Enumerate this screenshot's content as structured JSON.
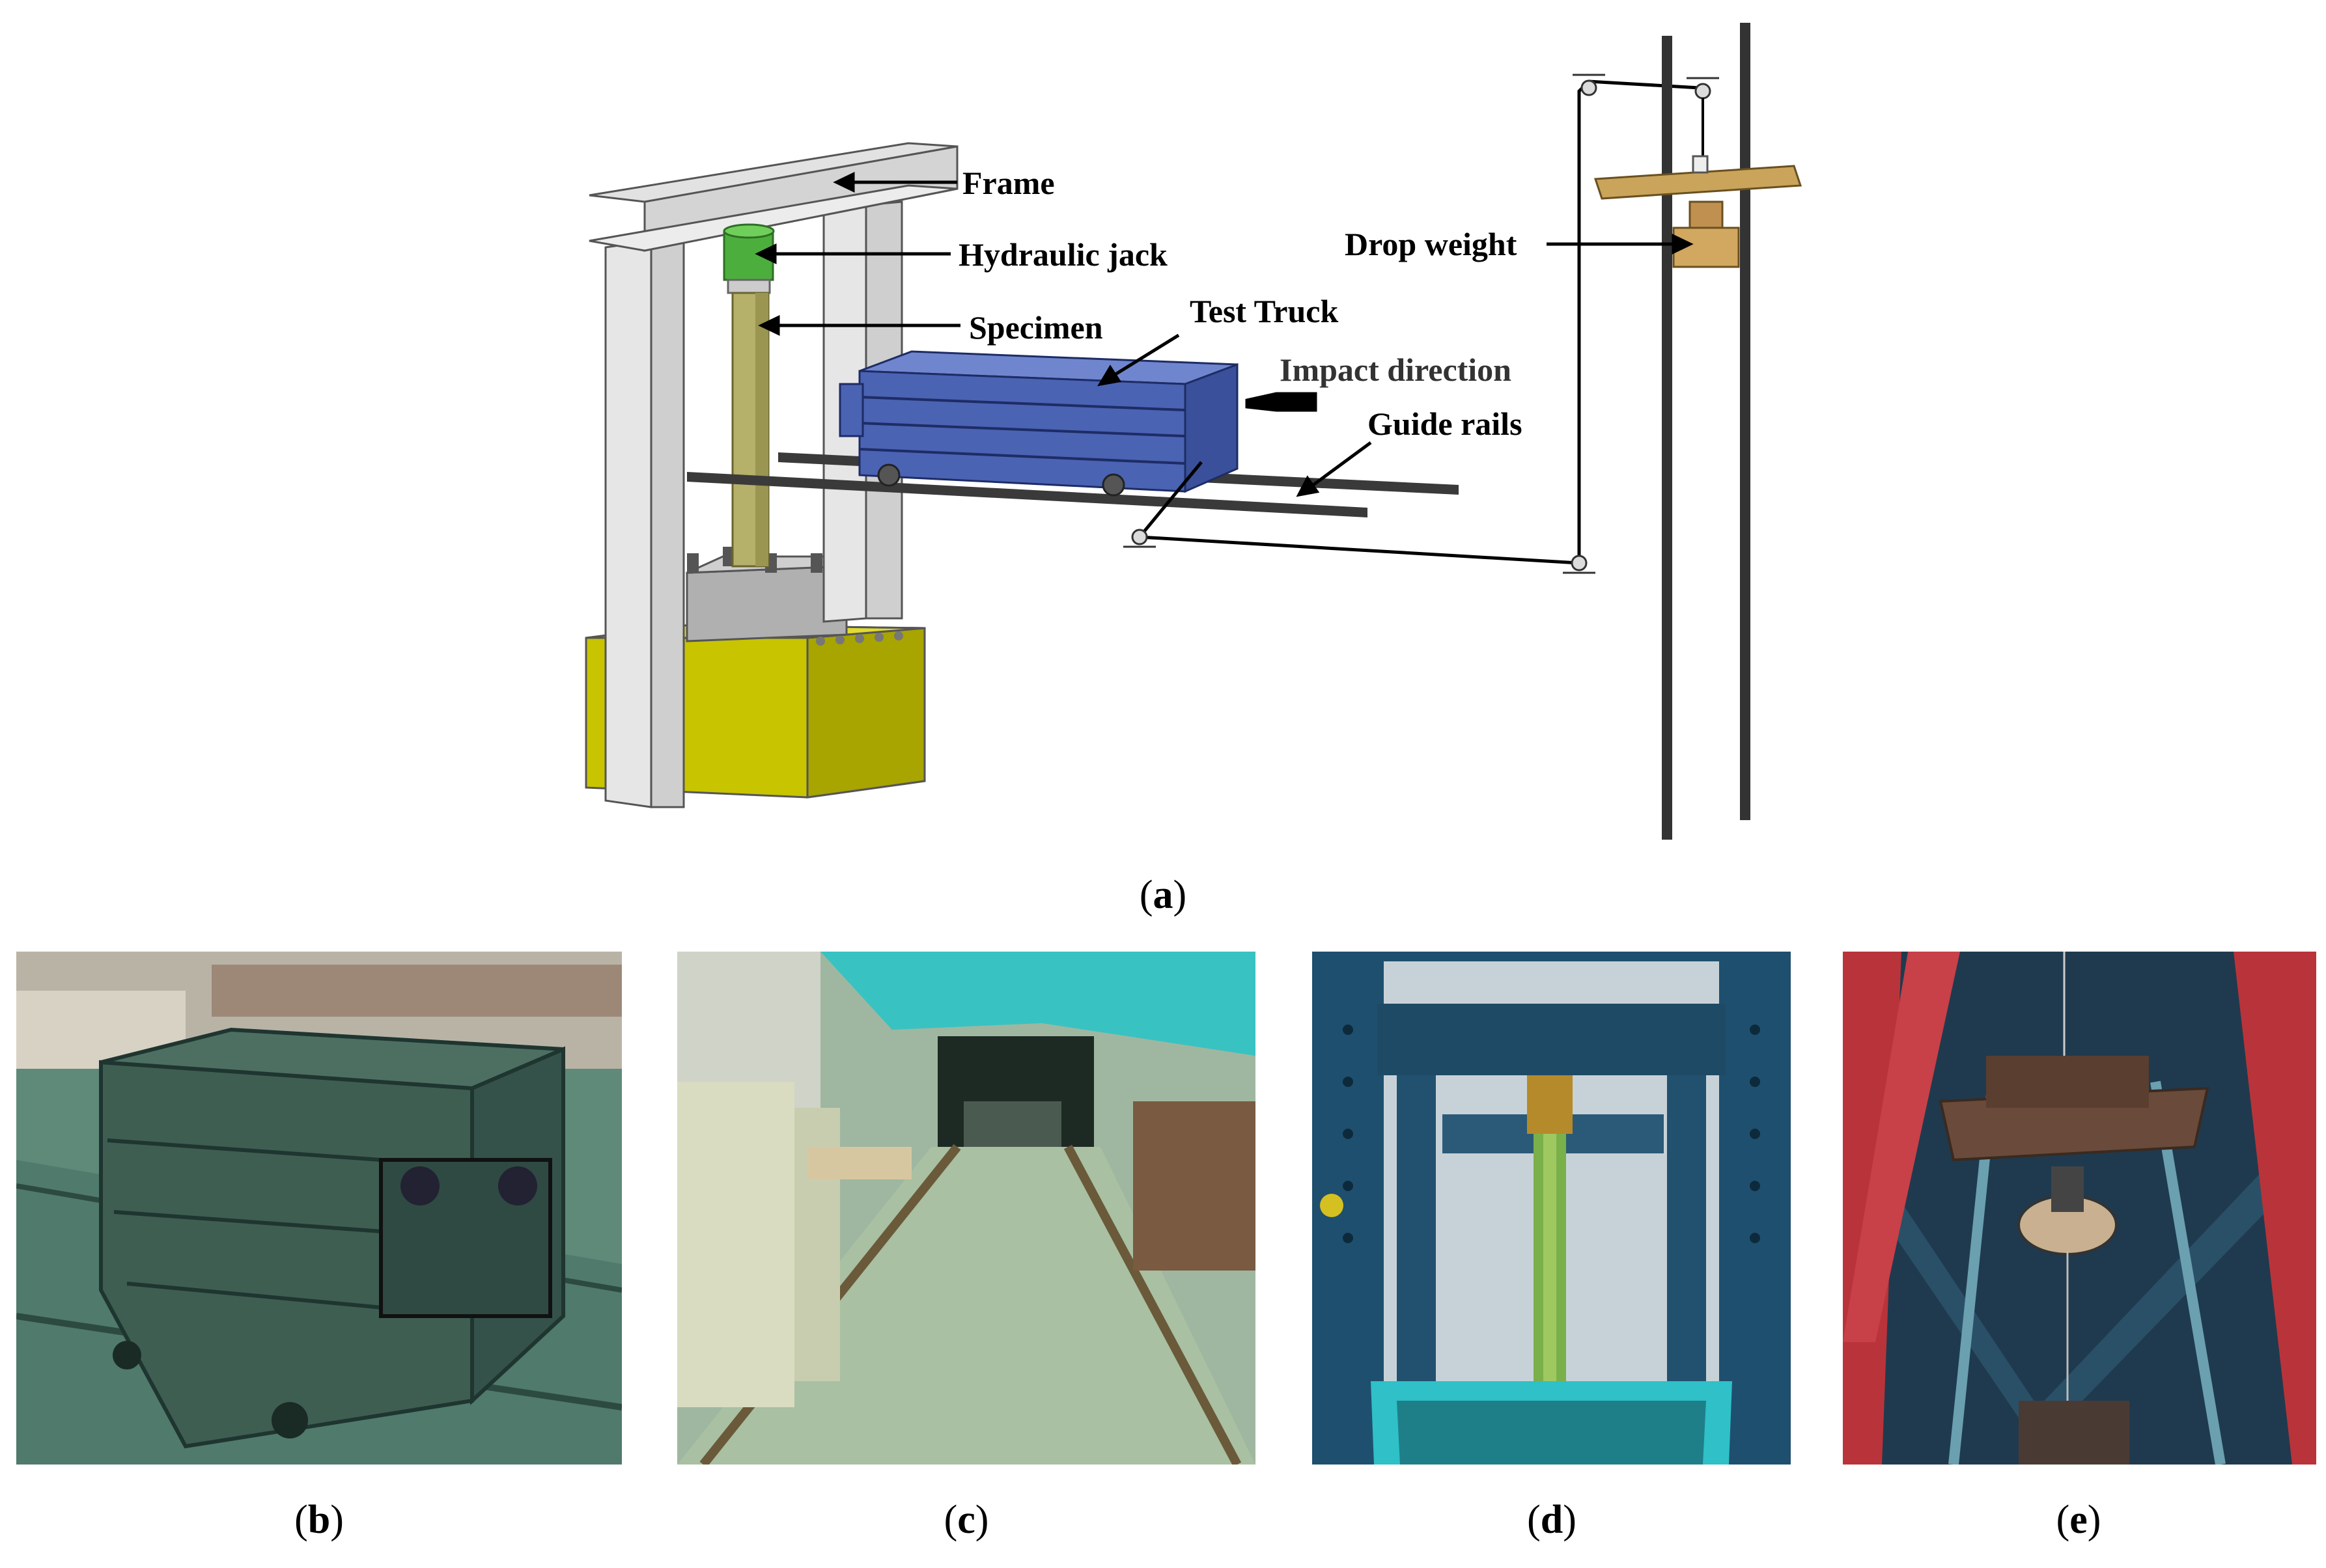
{
  "figure": {
    "panel_a": {
      "caption_letter": "a",
      "labels": {
        "frame": "Frame",
        "hydraulic_jack": "Hydraulic jack",
        "specimen": "Specimen",
        "test_truck": "Test Truck",
        "impact_direction": "Impact direction",
        "guide_rails": "Guide rails",
        "drop_weight": "Drop weight"
      }
    },
    "photos": [
      {
        "caption_letter": "b"
      },
      {
        "caption_letter": "c"
      },
      {
        "caption_letter": "d"
      },
      {
        "caption_letter": "e"
      }
    ]
  },
  "colors": {
    "truck": "#4a63b3",
    "specimen": "#b5b06a",
    "jack": "#4caf3d",
    "base": "#c8c400",
    "frame": "#d8d8d8",
    "drop_weight": "#c9a45a",
    "rails": "#3a3a3a"
  }
}
